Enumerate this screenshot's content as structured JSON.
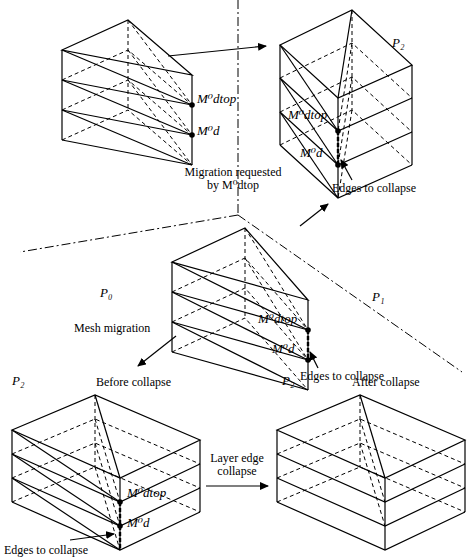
{
  "diagram": {
    "labels": [
      "M⁰dtop",
      "M⁰d",
      "P₂",
      "M⁰dtop",
      "M⁰d",
      "Edges to collapse",
      "Migration requested by M⁰dtop",
      "P₀",
      "P₁",
      "M⁰dtop",
      "M⁰d",
      "Edges to collapse",
      "Mesh migration",
      "P₂",
      "Before collapse",
      "M⁰dtop",
      "M⁰d",
      "Edges to collapse",
      "P₂",
      "After collapse",
      "Layer edge collapse"
    ]
  }
}
